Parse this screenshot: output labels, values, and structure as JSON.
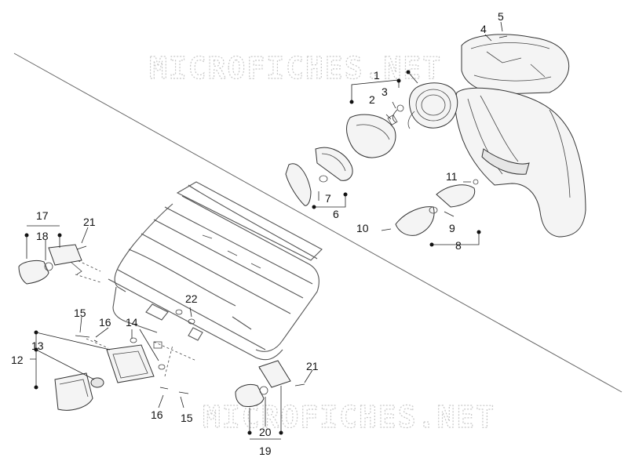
{
  "watermark": {
    "text_top": "MICROFICHES.NET",
    "text_bottom": "MICROFICHES.NET"
  },
  "callouts": {
    "n1": "1",
    "n2": "2",
    "n3": "3",
    "n4": "4",
    "n5": "5",
    "n6": "6",
    "n7": "7",
    "n8": "8",
    "n9": "9",
    "n10": "10",
    "n11": "11",
    "n12": "12",
    "n13": "13",
    "n14": "14",
    "n15a": "15",
    "n15b": "15",
    "n16a": "16",
    "n16b": "16",
    "n17": "17",
    "n18": "18",
    "n19": "19",
    "n20": "20",
    "n21a": "21",
    "n21b": "21",
    "n22": "22"
  }
}
